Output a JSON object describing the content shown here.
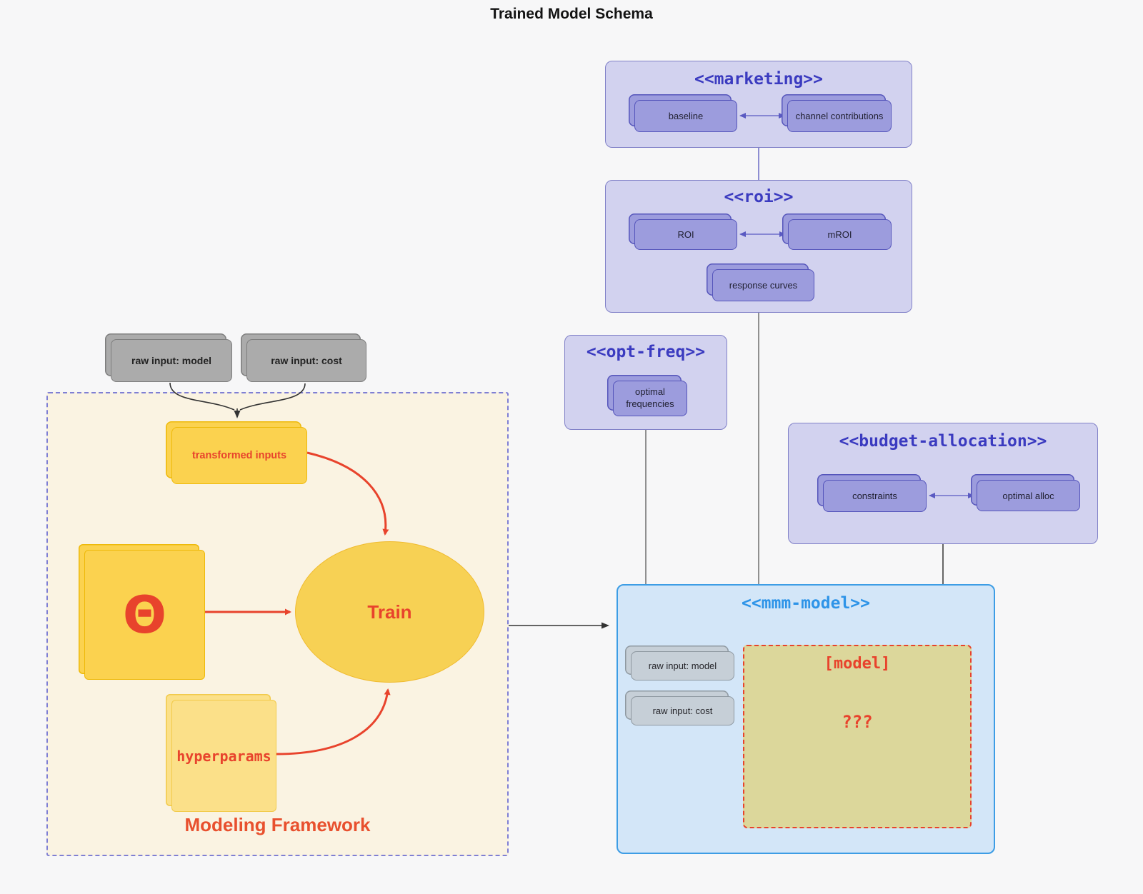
{
  "title": "Trained Model Schema",
  "marketing": {
    "title": "<<marketing>>",
    "baseline": "baseline",
    "channel": "channel contributions"
  },
  "roi": {
    "title": "<<roi>>",
    "roi": "ROI",
    "mroi": "mROI",
    "response": "response curves"
  },
  "opt_freq": {
    "title": "<<opt-freq>>",
    "optimal": "optimal frequencies"
  },
  "budget": {
    "title": "<<budget-allocation>>",
    "constraints": "constraints",
    "alloc": "optimal alloc"
  },
  "mmm": {
    "title": "<<mmm-model>>",
    "input_model": "raw input: model",
    "input_cost": "raw input: cost",
    "model_title": "[model]",
    "model_body": "???"
  },
  "framework": {
    "label": "Modeling Framework",
    "input_model": "raw input: model",
    "input_cost": "raw input: cost",
    "transformed": "transformed inputs",
    "theta": "Θ",
    "train": "Train",
    "hyperparams": "hyperparams"
  },
  "colors": {
    "background": "#f7f7f8",
    "group_fill": "#d2d2ef",
    "group_border": "#8181c8",
    "group_title": "#3b3bc0",
    "node_fill": "#9c9cdd",
    "node_border": "#5555bb",
    "mmm_fill": "#d3e6f8",
    "mmm_border": "#3d9de5",
    "mmm_title": "#2e94e8",
    "framework_fill": "#faf3e2",
    "framework_border": "#7f7fd4",
    "yellow_fill": "#fbd24f",
    "light_yellow_fill": "#fbe089",
    "khaki_fill": "#dcd79b",
    "gray_fill": "#ababab",
    "inner_gray_fill": "#c6cfd7",
    "red_accent": "#e8432c",
    "wire_dark": "#444444",
    "wire_purple": "#6a6ac6"
  }
}
